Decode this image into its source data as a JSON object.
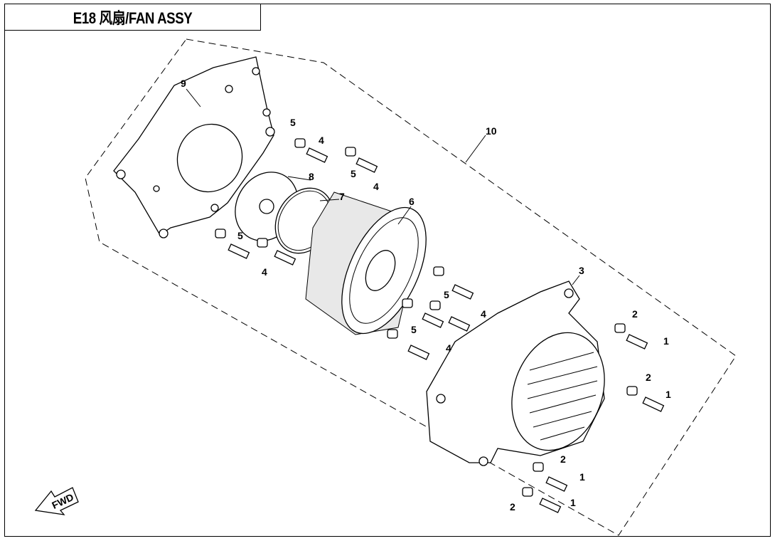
{
  "header": {
    "title": "E18 风扇/FAN ASSY"
  },
  "direction_marker": {
    "label": "FWD"
  },
  "callouts": [
    "9",
    "5",
    "4",
    "5",
    "4",
    "10",
    "8",
    "7",
    "6",
    "5",
    "4",
    "3",
    "5",
    "4",
    "5",
    "4",
    "2",
    "1",
    "2",
    "1",
    "2",
    "1",
    "2",
    "1"
  ]
}
